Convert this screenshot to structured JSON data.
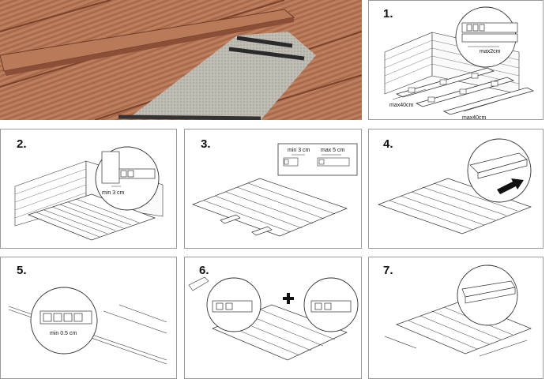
{
  "steps": [
    {
      "number": "1.",
      "labels": [
        "max2cm",
        "max40cm",
        "max40cm"
      ]
    },
    {
      "number": "2.",
      "labels": [
        "min 3 cm"
      ]
    },
    {
      "number": "3.",
      "labels": [
        "min 3 cm",
        "max 5 cm"
      ]
    },
    {
      "number": "4.",
      "labels": []
    },
    {
      "number": "5.",
      "labels": [
        "min 0.5 cm"
      ]
    },
    {
      "number": "6.",
      "labels": []
    },
    {
      "number": "7.",
      "labels": []
    }
  ],
  "colors": {
    "wood": "#b9785a",
    "wood_dark": "#8e553b",
    "line": "#333333",
    "border": "#9a9a9a"
  }
}
